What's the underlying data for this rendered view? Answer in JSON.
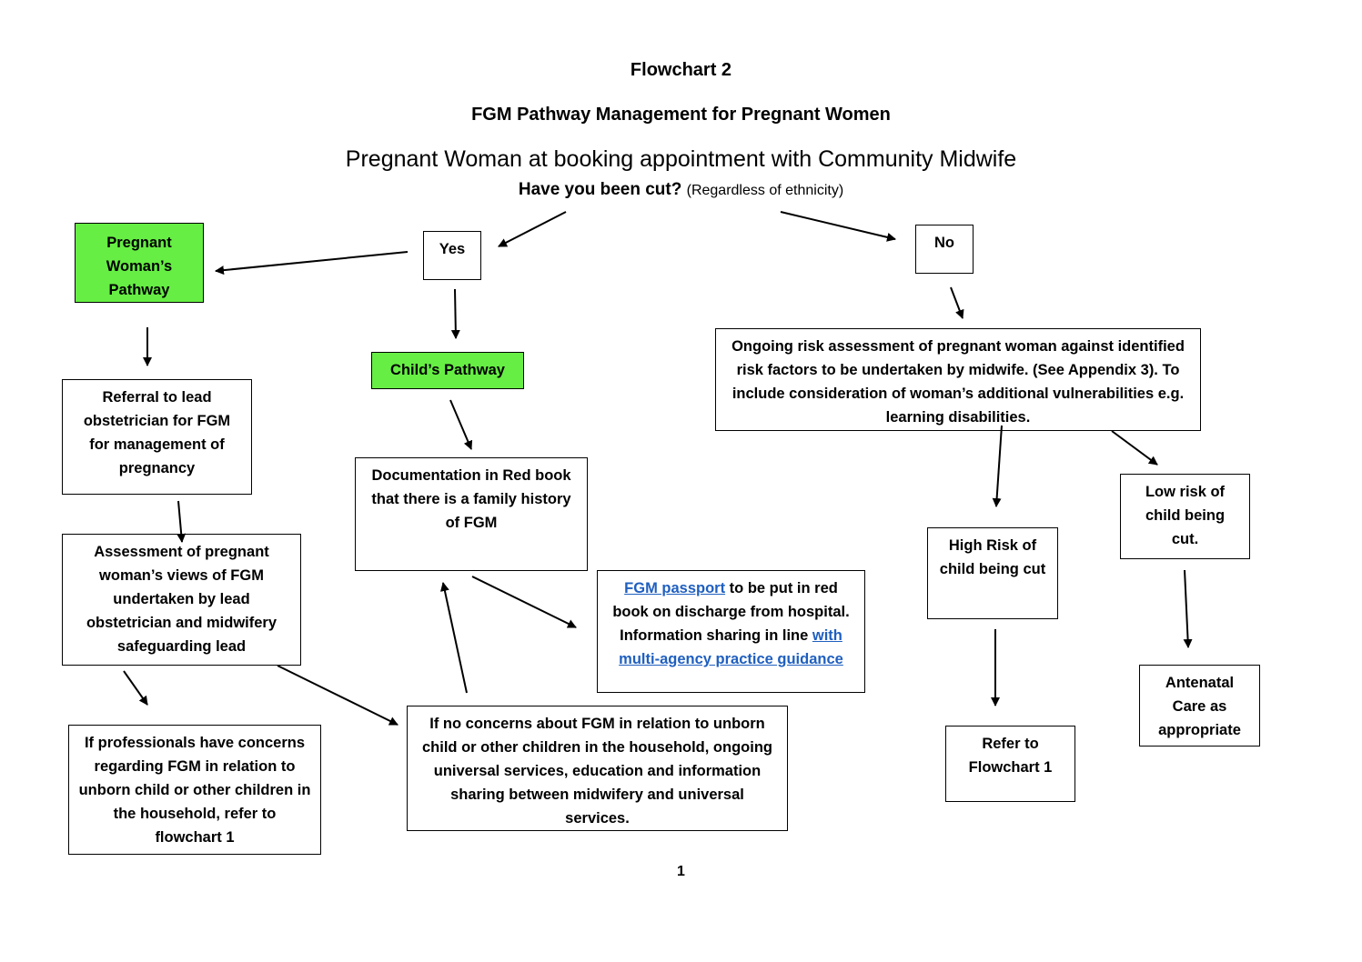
{
  "header": {
    "title": "Flowchart 2",
    "subtitle": "FGM Pathway Management for Pregnant Women",
    "question_context": "Pregnant Woman at booking appointment with Community Midwife",
    "question": "Have you been cut?",
    "question_note": "(Regardless of ethnicity)"
  },
  "nodes": {
    "yes": "Yes",
    "no": "No",
    "pregnant_pathway": "Pregnant Woman’s Pathway",
    "childs_pathway": "Child’s Pathway",
    "referral": "Referral to lead obstetrician for FGM for management of pregnancy",
    "assessment": "Assessment of pregnant woman’s views of FGM undertaken by lead obstetrician and midwifery safeguarding lead",
    "concerns": "If professionals have concerns regarding FGM in relation to unborn child or other children in the household, refer to flowchart 1",
    "no_concerns": "If no concerns about FGM in relation to unborn child or other children in the household, ongoing universal services, education and information sharing between midwifery and universal services.",
    "documentation": "Documentation in Red book that there is a family history of FGM",
    "passport_link": "FGM passport",
    "passport_text": " to be put in red book on discharge from hospital. Information sharing in line ",
    "guidance_link": "with multi-agency practice guidance",
    "ongoing_risk": "Ongoing risk assessment of pregnant woman against identified risk factors to be undertaken by midwife. (See Appendix 3). To include consideration of woman’s additional vulnerabilities e.g. learning disabilities.",
    "high_risk": "High Risk of child being cut",
    "low_risk": "Low risk of child being cut.",
    "refer_flowchart1": "Refer to Flowchart 1",
    "antenatal": "Antenatal Care as appropriate"
  },
  "colors": {
    "green": "#66ee44",
    "link": "#1f5fbf"
  },
  "page_number": "1"
}
